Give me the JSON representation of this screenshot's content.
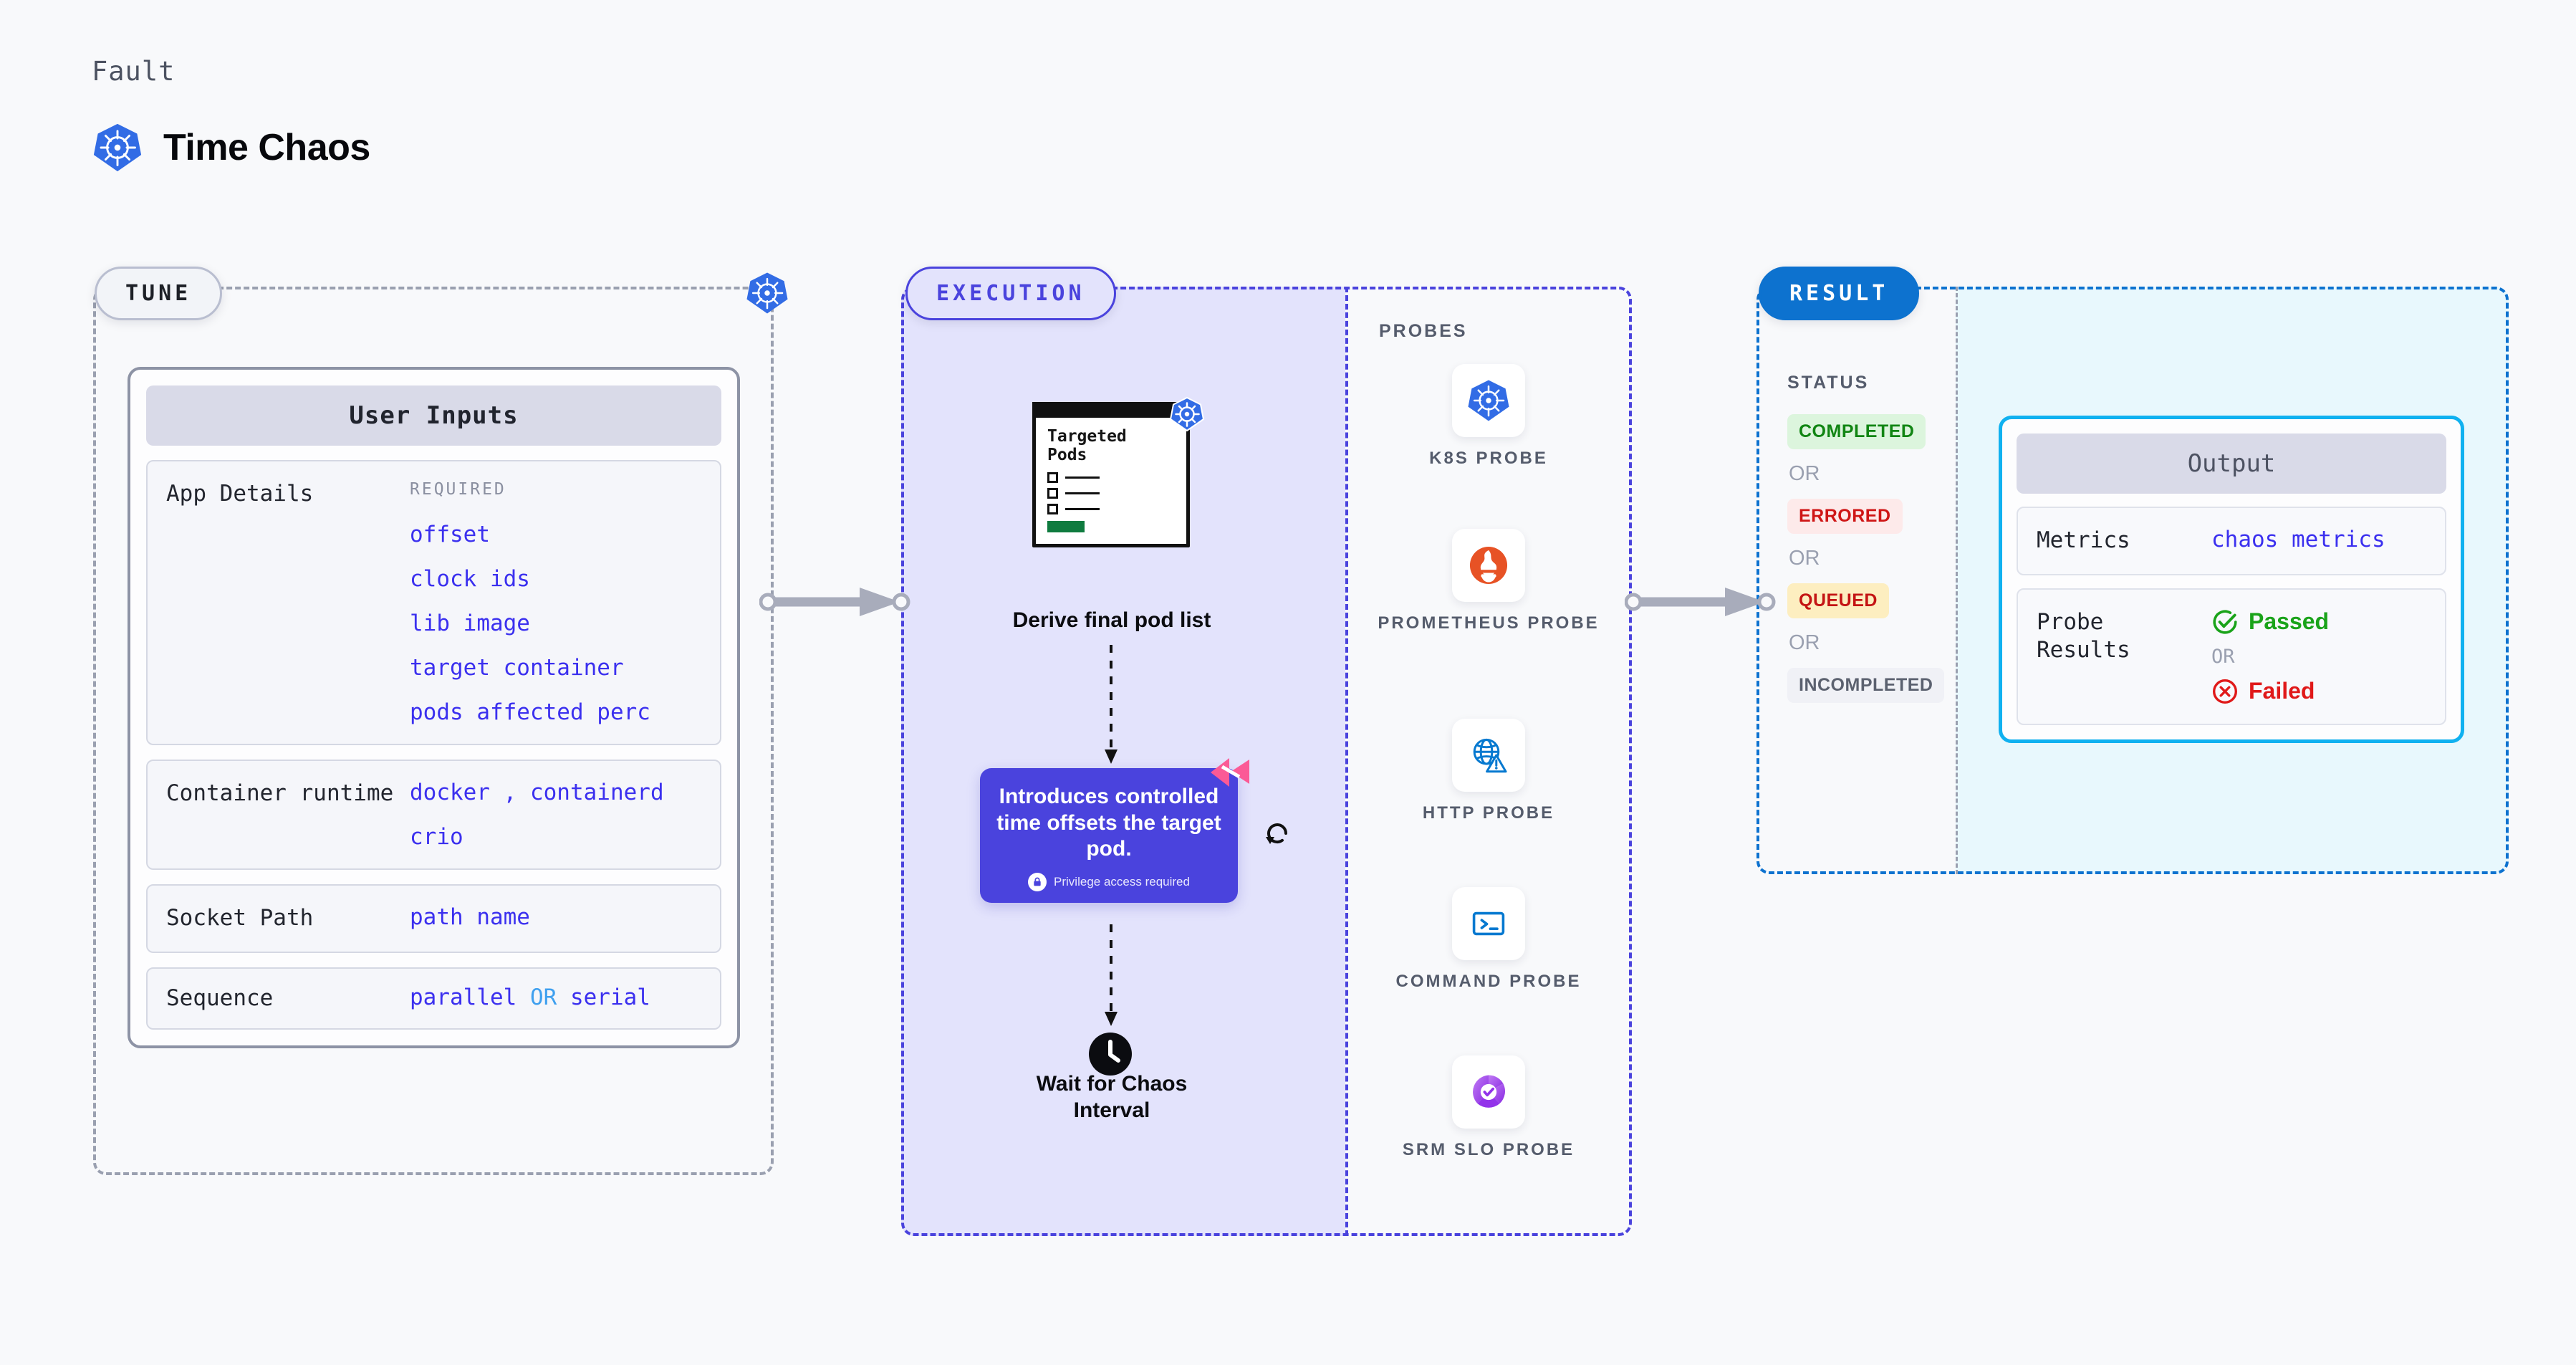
{
  "header": {
    "kicker": "Fault",
    "title": "Time Chaos",
    "icon": "kubernetes-icon"
  },
  "stages": {
    "tune": "TUNE",
    "execution": "EXECUTION",
    "result": "RESULT"
  },
  "tune": {
    "card_title": "User Inputs",
    "rows": [
      {
        "label": "App Details",
        "required_label": "REQUIRED",
        "values": [
          "offset",
          "clock ids",
          "lib image",
          "target container",
          "pods affected perc"
        ]
      },
      {
        "label": "Container runtime",
        "values": [
          "docker , containerd",
          "crio"
        ]
      },
      {
        "label": "Socket Path",
        "values": [
          "path name"
        ]
      },
      {
        "label": "Sequence",
        "values": [
          "parallel OR serial"
        ],
        "sequence_parts": {
          "a": "parallel",
          "or": "OR",
          "b": "serial"
        }
      }
    ]
  },
  "execution": {
    "pods_card": {
      "title": "Targeted Pods",
      "badge_icon": "kubernetes-icon",
      "items": 3
    },
    "derive_caption": "Derive final pod list",
    "tooltip": {
      "text": "Introduces controlled time offsets the target pod.",
      "note": "Privilege access required",
      "note_icon": "lock-icon",
      "corner_icon": "harness-chaos-icon",
      "color": "#4a43dd"
    },
    "refresh_icon": "refresh-icon",
    "wait_caption": "Wait for Chaos Interval",
    "wait_icon": "clock-icon"
  },
  "probes": {
    "title": "PROBES",
    "items": [
      {
        "name": "K8S PROBE",
        "icon": "kubernetes-icon"
      },
      {
        "name": "PROMETHEUS PROBE",
        "icon": "prometheus-icon"
      },
      {
        "name": "HTTP PROBE",
        "icon": "globe-warning-icon"
      },
      {
        "name": "COMMAND PROBE",
        "icon": "terminal-icon"
      },
      {
        "name": "SRM SLO PROBE",
        "icon": "srm-slo-icon"
      }
    ]
  },
  "result": {
    "status_title": "STATUS",
    "or_label": "OR",
    "statuses": [
      {
        "label": "COMPLETED",
        "bg": "#dcf5dd",
        "fg": "#118513"
      },
      {
        "label": "ERRORED",
        "bg": "#fdeaea",
        "fg": "#cf1616"
      },
      {
        "label": "QUEUED",
        "bg": "#fdeec0",
        "fg": "#c41414"
      },
      {
        "label": "INCOMPLETED",
        "bg": "#f0f1f6",
        "fg": "#5b616f"
      }
    ],
    "output": {
      "card_title": "Output",
      "metrics_label": "Metrics",
      "metrics_value": "chaos metrics",
      "probe_results_label": "Probe Results",
      "passed": "Passed",
      "failed": "Failed",
      "or_label": "OR"
    }
  }
}
